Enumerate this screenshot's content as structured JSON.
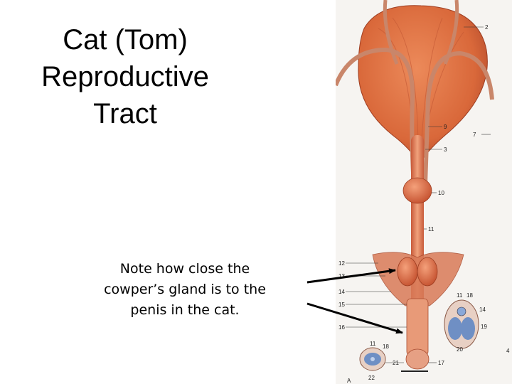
{
  "title": {
    "lines": [
      "Cat (Tom)",
      "Reproductive",
      "Tract"
    ]
  },
  "note": {
    "lines": [
      "Note how close the",
      "cowper’s gland is to the",
      "penis in the cat."
    ]
  },
  "diagram": {
    "labels": {
      "l2": "2",
      "l9": "9",
      "l7": "7",
      "l3": "3",
      "l10": "10",
      "l11": "11",
      "l12": "12",
      "l13": "13",
      "l14": "14",
      "l15": "15",
      "l16": "16",
      "c11a": "11",
      "c18a": "18",
      "c14": "14",
      "c19": "19",
      "c20": "20",
      "c11b": "11",
      "c18b": "18",
      "c21": "21",
      "c22": "22",
      "c17": "17",
      "c4": "4",
      "cA": "A"
    }
  },
  "colors": {
    "muscle": "#d9683a",
    "muscle_dark": "#b8482a",
    "duct": "#cf8a6a",
    "arrow": "#000000"
  }
}
